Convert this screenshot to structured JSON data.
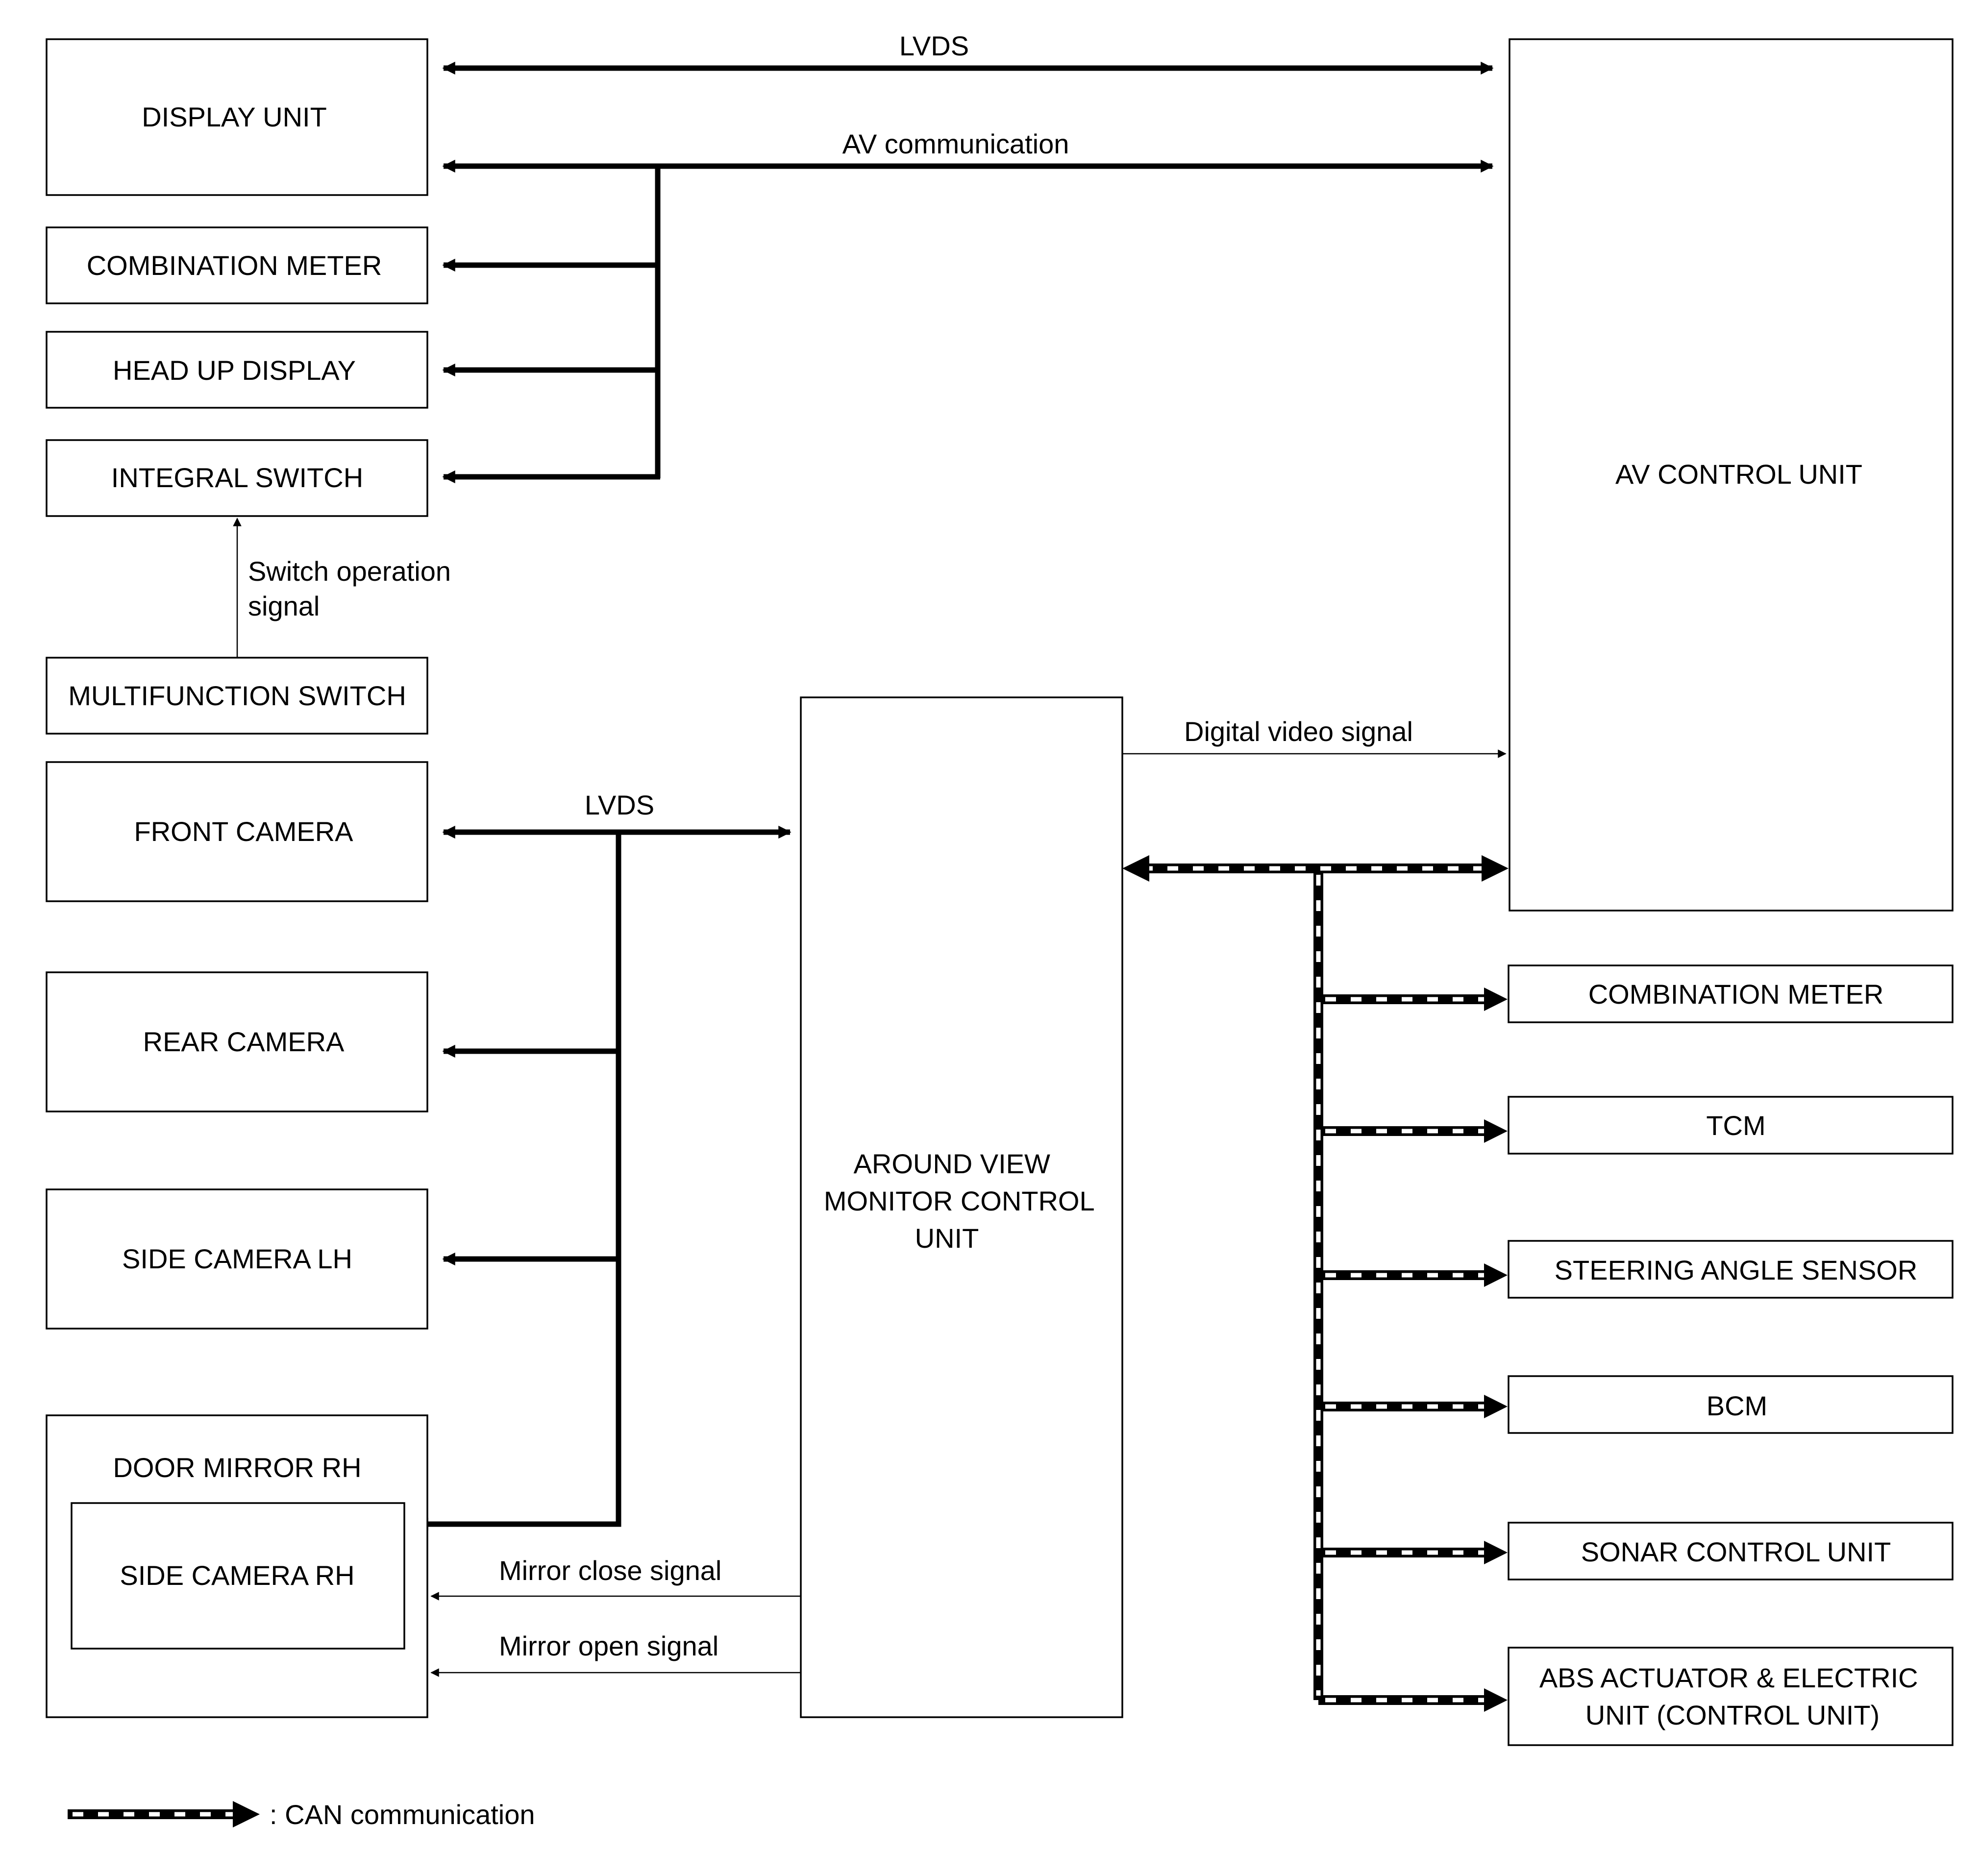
{
  "boxes": {
    "display_unit": "DISPLAY UNIT",
    "combination_meter_left": "COMBINATION METER",
    "head_up_display": "HEAD UP DISPLAY",
    "integral_switch": "INTEGRAL SWITCH",
    "multifunction_switch": "MULTIFUNCTION SWITCH",
    "front_camera": "FRONT CAMERA",
    "rear_camera": "REAR CAMERA",
    "side_camera_lh": "SIDE CAMERA LH",
    "door_mirror_rh": "DOOR MIRROR RH",
    "side_camera_rh": "SIDE CAMERA RH",
    "av_control_unit": "AV CONTROL UNIT",
    "around_view_monitor": [
      "AROUND VIEW",
      "MONITOR CONTROL",
      "UNIT"
    ],
    "combination_meter_right": "COMBINATION METER",
    "tcm": "TCM",
    "steering_angle_sensor": "STEERING ANGLE SENSOR",
    "bcm": "BCM",
    "sonar_control_unit": "SONAR CONTROL UNIT",
    "abs_actuator": [
      "ABS ACTUATOR & ELECTRIC",
      "UNIT (CONTROL UNIT)"
    ]
  },
  "signals": {
    "lvds_top": "LVDS",
    "av_communication": "AV communication",
    "switch_operation": [
      "Switch operation",
      "signal"
    ],
    "digital_video": "Digital video signal",
    "lvds_cameras": "LVDS",
    "mirror_close": "Mirror close signal",
    "mirror_open": "Mirror open signal"
  },
  "legend": {
    "can_communication": ": CAN communication"
  }
}
